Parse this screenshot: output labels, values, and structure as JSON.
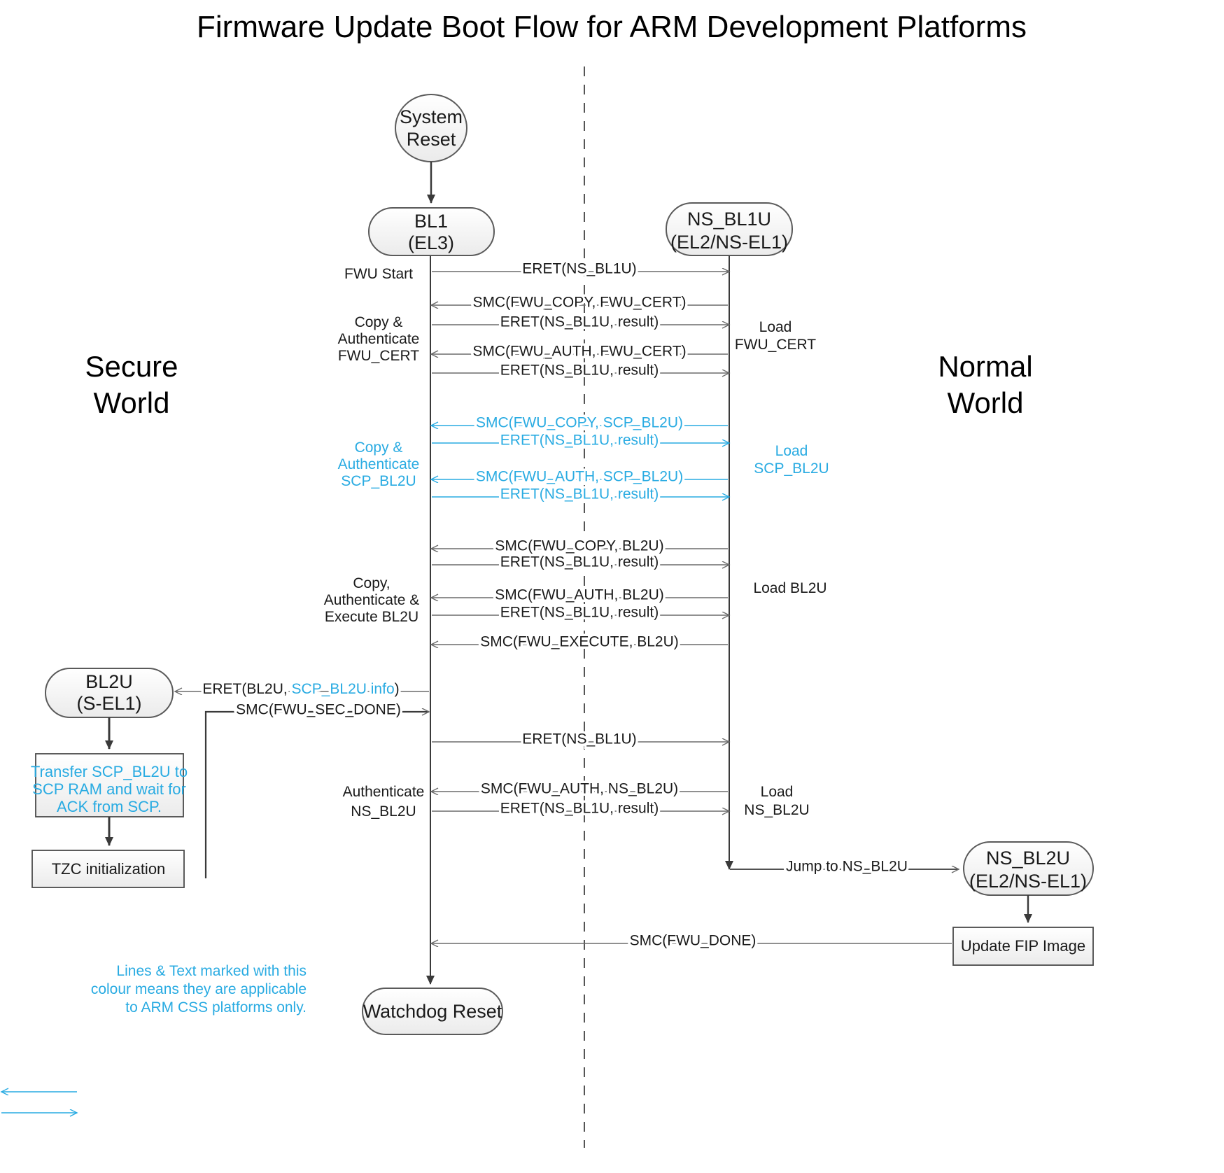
{
  "title": "Firmware Update Boot Flow for ARM Development Platforms",
  "colors": {
    "accent_cyan": "#29abe2",
    "line_dark": "#3a3a3a",
    "line_gray": "#6b6b6b",
    "node_fill": "#f4f4f4",
    "text": "#1a1a1a"
  },
  "worlds": {
    "secure": "Secure\nWorld",
    "secure_line1": "Secure",
    "secure_line2": "World",
    "normal_line1": "Normal",
    "normal_line2": "World"
  },
  "nodes": {
    "system_reset": {
      "line1": "System",
      "line2": "Reset",
      "shape": "ellipse"
    },
    "bl1": {
      "line1": "BL1",
      "line2": "(EL3)",
      "shape": "rounded-rect"
    },
    "ns_bl1u": {
      "line1": "NS_BL1U",
      "line2": "(EL2/NS-EL1)",
      "shape": "rounded-rect"
    },
    "bl2u": {
      "line1": "BL2U",
      "line2": "(S-EL1)",
      "shape": "rounded-rect"
    },
    "ns_bl2u": {
      "line1": "NS_BL2U",
      "line2": "(EL2/NS-EL1)",
      "shape": "rounded-rect"
    },
    "watchdog_reset": {
      "line1": "Watchdog Reset",
      "shape": "rounded-rect"
    },
    "transfer_scp": {
      "line1": "Transfer SCP_BL2U to",
      "line2": "SCP RAM and wait for",
      "line3": "ACK from SCP.",
      "shape": "rect",
      "cyan": true
    },
    "tzc_init": {
      "line1": "TZC initialization",
      "shape": "rect"
    },
    "update_fip": {
      "line1": "Update FIP Image",
      "shape": "rect"
    }
  },
  "messages": [
    {
      "id": "m1",
      "label": "ERET(NS_BL1U)",
      "dir": "right",
      "cyan": false
    },
    {
      "id": "m2",
      "label": "SMC(FWU_COPY, FWU_CERT)",
      "dir": "left",
      "cyan": false
    },
    {
      "id": "m3",
      "label": "ERET(NS_BL1U, result)",
      "dir": "right",
      "cyan": false
    },
    {
      "id": "m4",
      "label": "SMC(FWU_AUTH, FWU_CERT)",
      "dir": "left",
      "cyan": false
    },
    {
      "id": "m5",
      "label": "ERET(NS_BL1U, result)",
      "dir": "right",
      "cyan": false
    },
    {
      "id": "m6",
      "label": "SMC(FWU_COPY, SCP_BL2U)",
      "dir": "left",
      "cyan": true
    },
    {
      "id": "m7",
      "label": "ERET(NS_BL1U, result)",
      "dir": "right",
      "cyan": true
    },
    {
      "id": "m8",
      "label": "SMC(FWU_AUTH, SCP_BL2U)",
      "dir": "left",
      "cyan": true
    },
    {
      "id": "m9",
      "label": "ERET(NS_BL1U, result)",
      "dir": "right",
      "cyan": true
    },
    {
      "id": "m10",
      "label": "SMC(FWU_COPY, BL2U)",
      "dir": "left",
      "cyan": false
    },
    {
      "id": "m11",
      "label": "ERET(NS_BL1U, result)",
      "dir": "right",
      "cyan": false
    },
    {
      "id": "m12",
      "label": "SMC(FWU_AUTH, BL2U)",
      "dir": "left",
      "cyan": false
    },
    {
      "id": "m13",
      "label": "ERET(NS_BL1U, result)",
      "dir": "right",
      "cyan": false
    },
    {
      "id": "m14",
      "label": "SMC(FWU_EXECUTE, BL2U)",
      "dir": "left",
      "cyan": false
    },
    {
      "id": "m15",
      "label": "SMC(FWU_SEC_DONE)",
      "dir": "right",
      "cyan": false
    },
    {
      "id": "m16",
      "label": "ERET(NS_BL1U)",
      "dir": "right",
      "cyan": false
    },
    {
      "id": "m17",
      "label": "SMC(FWU_AUTH, NS_BL2U)",
      "dir": "left",
      "cyan": false
    },
    {
      "id": "m18",
      "label": "ERET(NS_BL1U, result)",
      "dir": "right",
      "cyan": false
    },
    {
      "id": "m19",
      "label": "Jump to NS_BL2U",
      "dir": "right",
      "cyan": false
    },
    {
      "id": "m20",
      "label": "SMC(FWU_DONE)",
      "dir": "left",
      "cyan": false
    }
  ],
  "eret_bl2u": {
    "prefix": "ERET(BL2U, ",
    "cyan_part": "SCP_BL2U info",
    "suffix": ")"
  },
  "left_annotations": [
    {
      "id": "a1",
      "line1": "FWU Start",
      "cyan": false
    },
    {
      "id": "a2",
      "line1": "Copy &",
      "line2": "Authenticate",
      "line3": "FWU_CERT",
      "cyan": false
    },
    {
      "id": "a3",
      "line1": "Copy &",
      "line2": "Authenticate",
      "line3": "SCP_BL2U",
      "cyan": true
    },
    {
      "id": "a4",
      "line1": "Copy,",
      "line2": "Authenticate &",
      "line3": "Execute BL2U",
      "cyan": false
    },
    {
      "id": "a5",
      "line1": "Authenticate",
      "line2": "NS_BL2U",
      "cyan": false
    }
  ],
  "right_annotations": [
    {
      "id": "r1",
      "line1": "Load",
      "line2": "FWU_CERT",
      "cyan": false
    },
    {
      "id": "r2",
      "line1": "Load",
      "line2": "SCP_BL2U",
      "cyan": true
    },
    {
      "id": "r3",
      "line1": "Load BL2U",
      "cyan": false
    },
    {
      "id": "r4",
      "line1": "Load",
      "line2": "NS_BL2U",
      "cyan": false
    }
  ],
  "legend": {
    "line1": "Lines & Text marked with this",
    "line2": "colour means they are applicable",
    "line3": "to ARM CSS platforms only."
  }
}
